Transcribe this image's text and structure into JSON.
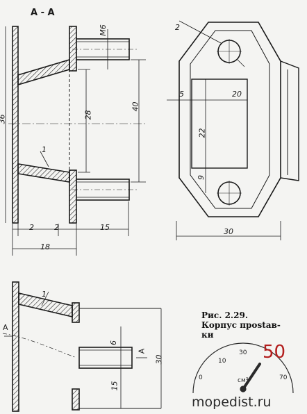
{
  "section_label": "A - A",
  "thread_label": "M6",
  "dims_left": {
    "d2_top": "2",
    "d2_bottom": "2",
    "d15": "15",
    "d18": "18",
    "d28": "28",
    "d40": "40",
    "d1": "1",
    "d36": "36"
  },
  "dims_right": {
    "d2": "2",
    "d5": "5",
    "d20": "20",
    "d22": "22",
    "d9": "9",
    "d30": "30"
  },
  "dims_bottom": {
    "d1": "1",
    "d6": "6",
    "d15": "15",
    "d30": "30",
    "markA_left": "A",
    "markA_right": "A"
  },
  "caption": {
    "line1": "Рис.    2.29.",
    "line2": "Корпус проstав-",
    "line3": "ки"
  },
  "watermark": {
    "site": "mopedist.ru",
    "gauge_value": "50",
    "gauge_unit": "см³",
    "gauge_ticks": [
      "0",
      "10",
      "30",
      "70"
    ]
  }
}
